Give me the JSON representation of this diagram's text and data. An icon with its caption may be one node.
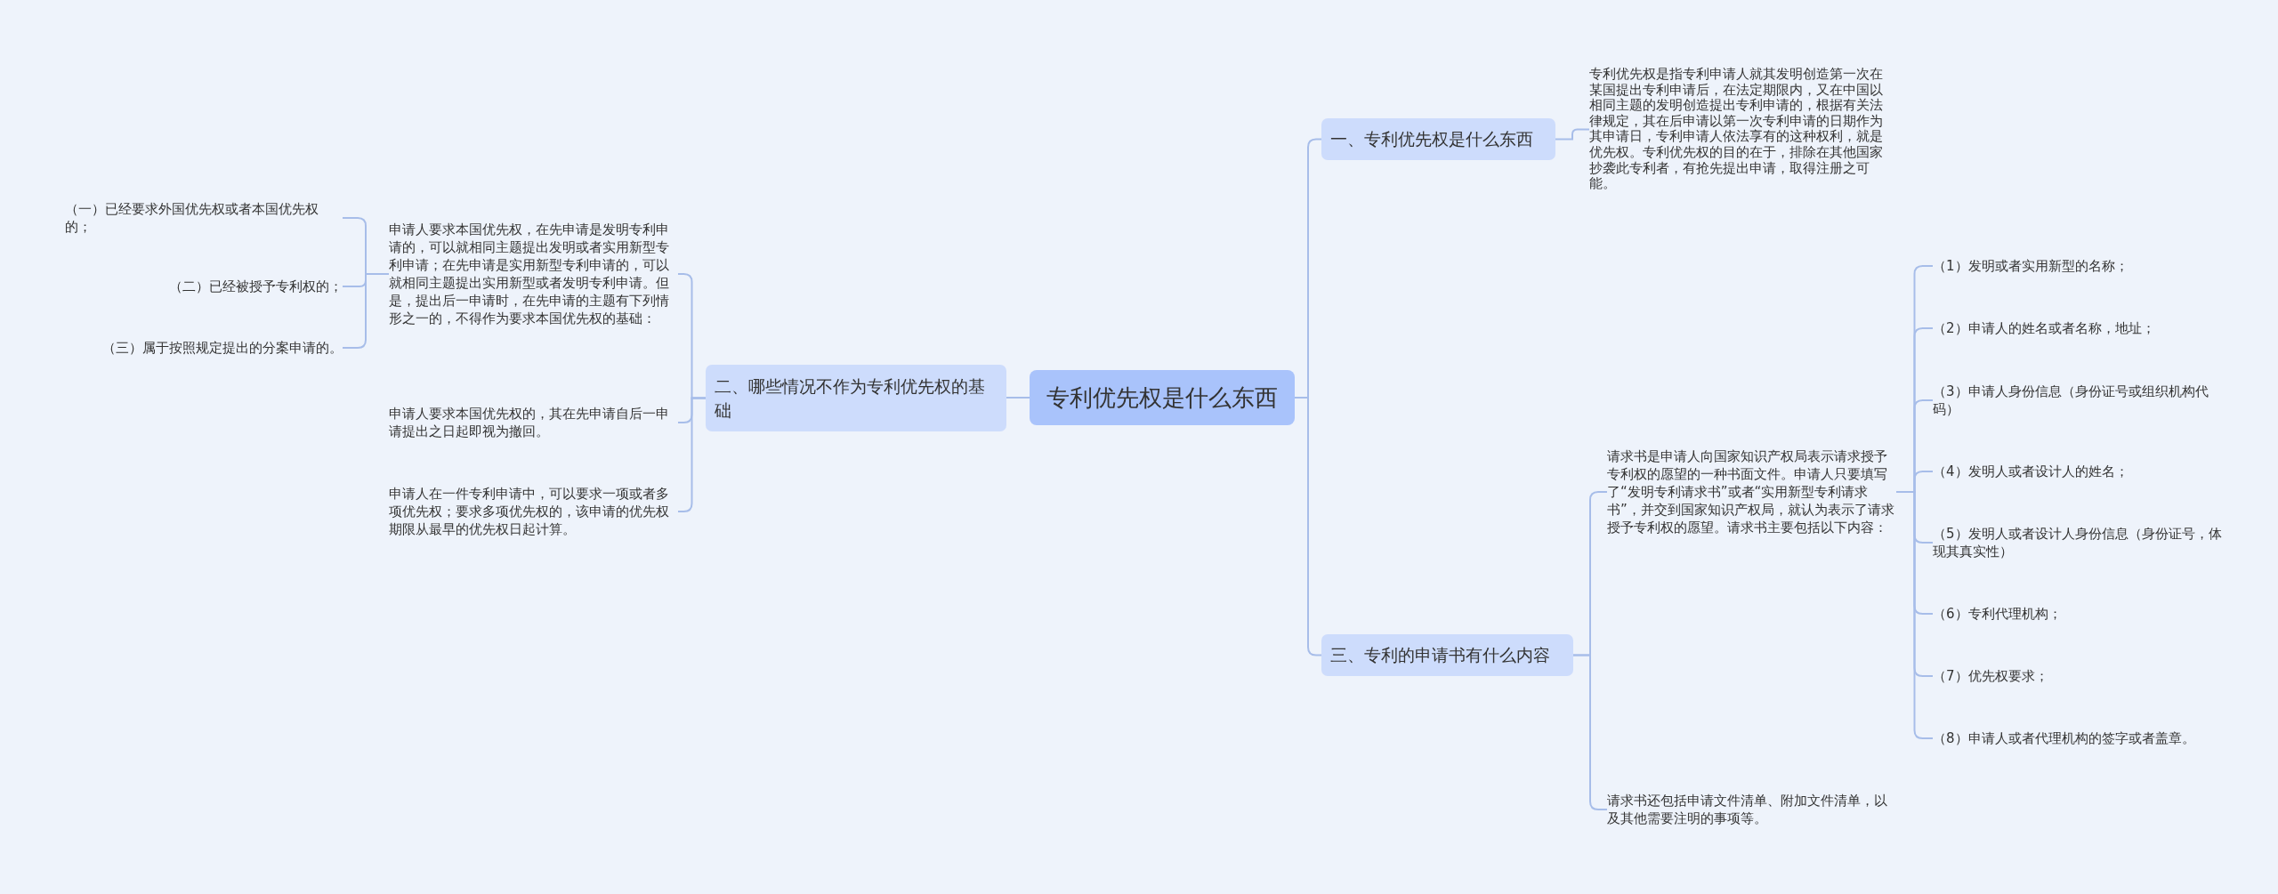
{
  "diagram": {
    "nodes": [
      {
        "text": [
          "专利优先权是什么东西"
        ]
      },
      {
        "text": [
          "一、专利优先权是什么东西"
        ]
      },
      {
        "text": [
          "专利优先权是指专利申请人就其发明创造第一次在某国提出专利申请后，在法定期限内，又在中国以相同主题的发明创造提出专利申请的，根据有关法律规定，其在后申请以第一次专利申请的日期作为其申请日，专利申请人依法享有的这种权利，就是优先权。专利优先权的目的在于，排除在其他国家抄袭此专利者，有抢先提出申请，取得注册之可能。"
        ]
      },
      {
        "text": [
          "二、哪些情况不作为专利优先权的基础"
        ]
      },
      {
        "text": [
          "申请人要求本国优先权，在先申请是发明专利申请的，可以就相同主题提出发明或者实用新型专利申请；在先申请是实用新型专利申请的，可以就相同主题提出实用新型或者发明专利申请。但是，提出后一申请时，在先申请的主题有下列情形之一的，不得作为要求本国优先权的基础："
        ]
      },
      {
        "text": [
          "（一）已经要求外国优先权或者本国优先权的；"
        ]
      },
      {
        "text": [
          "（二）已经被授予专利权的；"
        ]
      },
      {
        "text": [
          "（三）属于按照规定提出的分案申请的。"
        ]
      },
      {
        "text": [
          "申请人要求本国优先权的，其在先申请自后一申请提出之日起即视为撤回。"
        ]
      },
      {
        "text": [
          "申请人在一件专利申请中，可以要求一项或者多项优先权；要求多项优先权的，该申请的优先权期限从最早的优先权日起计算。"
        ]
      },
      {
        "text": [
          "三、专利的申请书有什么内容"
        ]
      },
      {
        "text": [
          "请求书是申请人向国家知识产权局表示请求授予专利权的愿望的一种书面文件。申请人只要填写了“发明专利请求书”或者“实用新型专利请求书”，并交到国家知识产权局，就认为表示了请求授予专利权的愿望。请求书主要包括以下内容："
        ]
      },
      {
        "text": [
          "（1）发明或者实用新型的名称；"
        ]
      },
      {
        "text": [
          "（2）申请人的姓名或者名称，地址；"
        ]
      },
      {
        "text": [
          "（3）申请人身份信息（身份证号或组织机构代码）"
        ]
      },
      {
        "text": [
          "（4）发明人或者设计人的姓名；"
        ]
      },
      {
        "text": [
          "（5）发明人或者设计人身份信息（身份证号，体现其真实性）"
        ]
      },
      {
        "text": [
          "（6）专利代理机构；"
        ]
      },
      {
        "text": [
          "（7）优先权要求；"
        ]
      },
      {
        "text": [
          "（8）申请人或者代理机构的签字或者盖章。"
        ]
      },
      {
        "text": [
          "请求书还包括申请文件清单、附加文件清单，以及其他需要注明的事项等。"
        ]
      }
    ],
    "edges": [
      {
        "from": 0,
        "to": 1,
        "arrow": "none"
      },
      {
        "from": 1,
        "to": 2,
        "arrow": "none"
      },
      {
        "from": 0,
        "to": 3,
        "arrow": "none"
      },
      {
        "from": 3,
        "to": 4,
        "arrow": "none"
      },
      {
        "from": 4,
        "to": 5,
        "arrow": "none"
      },
      {
        "from": 4,
        "to": 6,
        "arrow": "none"
      },
      {
        "from": 4,
        "to": 7,
        "arrow": "none"
      },
      {
        "from": 3,
        "to": 8,
        "arrow": "none"
      },
      {
        "from": 3,
        "to": 9,
        "arrow": "none"
      },
      {
        "from": 0,
        "to": 10,
        "arrow": "none"
      },
      {
        "from": 10,
        "to": 11,
        "arrow": "none"
      },
      {
        "from": 11,
        "to": 12,
        "arrow": "none"
      },
      {
        "from": 11,
        "to": 13,
        "arrow": "none"
      },
      {
        "from": 11,
        "to": 14,
        "arrow": "none"
      },
      {
        "from": 11,
        "to": 15,
        "arrow": "none"
      },
      {
        "from": 11,
        "to": 16,
        "arrow": "none"
      },
      {
        "from": 11,
        "to": 17,
        "arrow": "none"
      },
      {
        "from": 11,
        "to": 18,
        "arrow": "none"
      },
      {
        "from": 11,
        "to": 19,
        "arrow": "none"
      },
      {
        "from": 10,
        "to": 20,
        "arrow": "none"
      }
    ]
  }
}
